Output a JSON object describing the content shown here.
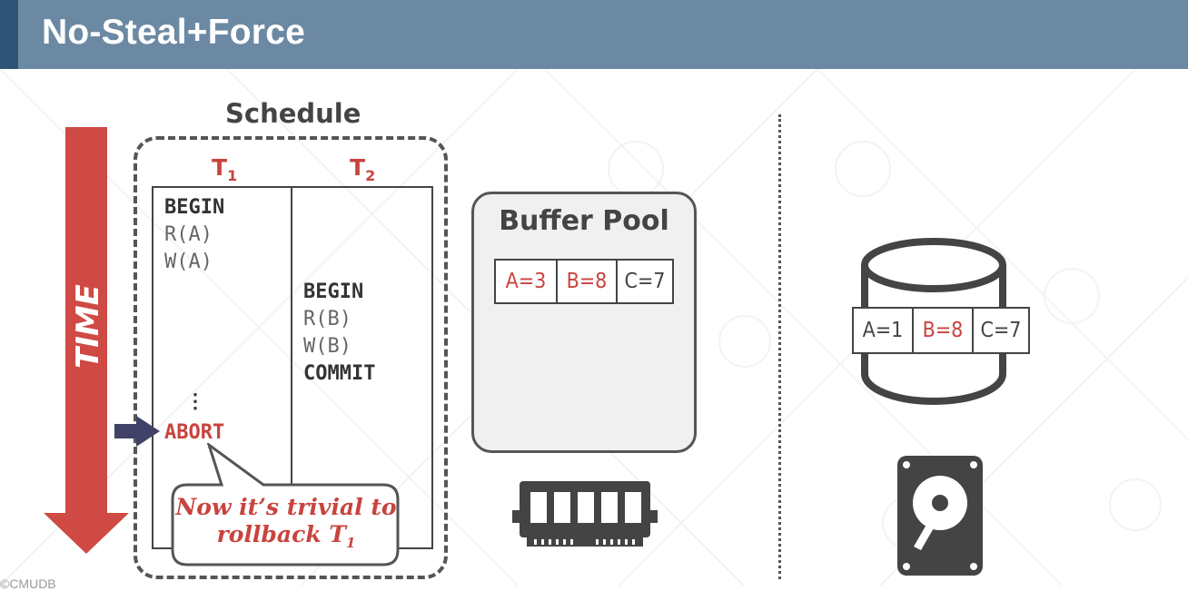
{
  "header": {
    "title": "No-Steal+Force"
  },
  "time_label": "TIME",
  "schedule": {
    "title": "Schedule",
    "t1": {
      "label": "T",
      "sub": "1"
    },
    "t2": {
      "label": "T",
      "sub": "2"
    },
    "t1_ops": [
      "BEGIN",
      "R(A)",
      "W(A)"
    ],
    "t1_ellipsis": "⋮",
    "t1_abort": "ABORT",
    "t2_ops": [
      "BEGIN",
      "R(B)",
      "W(B)",
      "COMMIT"
    ]
  },
  "callout": {
    "line1": "Now it’s trivial to",
    "line2": "rollback T",
    "line2_sub": "1"
  },
  "buffer_pool": {
    "title": "Buffer Pool",
    "cells": [
      {
        "text": "A=3",
        "color": "#c8443e"
      },
      {
        "text": "B=8",
        "color": "#c8443e"
      },
      {
        "text": "C=7",
        "color": "#444444"
      }
    ]
  },
  "disk": {
    "cells": [
      {
        "text": "A=1",
        "color": "#444444"
      },
      {
        "text": "B=8",
        "color": "#c8443e"
      },
      {
        "text": "C=7",
        "color": "#444444"
      }
    ]
  },
  "footer_fragment": "©CMUDB",
  "icons": [
    "memory-chip-icon",
    "database-icon",
    "hard-drive-icon",
    "arrow-right-icon",
    "time-arrow-icon"
  ]
}
